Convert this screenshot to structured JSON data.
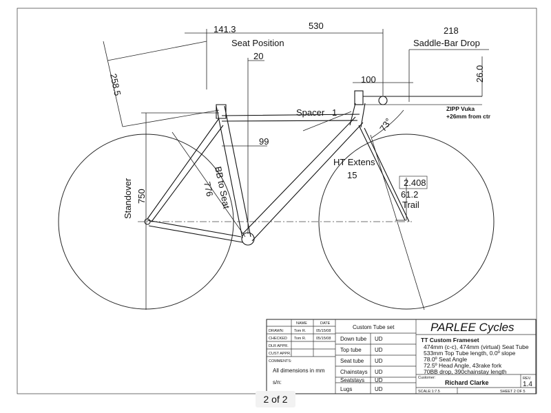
{
  "pager": {
    "label": "2 of 2"
  },
  "dimensions": {
    "seat_offset": "141.3",
    "reach": "530",
    "seat_position": "Seat Position",
    "seat_position_value": "20",
    "saddle_bar_drop_value": "218",
    "saddle_bar_drop": "Saddle-Bar Drop",
    "stem_length": "100",
    "stem_rise": "26.0",
    "seatpost_length": "258.5",
    "spacer": "Spacer",
    "spacer_value": "1",
    "head_angle": "73°",
    "seat_tube_offset": "99",
    "ht_extens": "HT Extens",
    "ht_extens_value": "15",
    "trail_box": "2.408",
    "trail_value": "61.2",
    "trail": "Trail",
    "standover": "Standover",
    "standover_value": "750",
    "bb_to_seat": "BB to Seat",
    "bb_to_seat_value": "776"
  },
  "bar_note": {
    "line1": "ZIPP Vuka",
    "line2": "+26mm from ctr"
  },
  "title_block": {
    "col_name": "NAME",
    "col_date": "DATE",
    "rows": [
      {
        "label": "DRAWN:",
        "name": "Tom R.",
        "date": "05/15/08"
      },
      {
        "label": "CHECKED",
        "name": "Tom R.",
        "date": "05/15/08"
      },
      {
        "label": "DLR APPR.",
        "name": "",
        "date": ""
      },
      {
        "label": "CUST APPR.",
        "name": "",
        "date": ""
      }
    ],
    "comments_label": "COMMENTS:",
    "comments": "All dimensions in mm",
    "serial": "s/n:",
    "tube_set_title": "Custom Tube set",
    "tube_set": [
      {
        "tube": "Down tube",
        "material": "UD"
      },
      {
        "tube": "Top tube",
        "material": "UD"
      },
      {
        "tube": "Seat tube",
        "material": "UD"
      },
      {
        "tube": "Chainstays",
        "material": "UD"
      },
      {
        "tube": "Seatstays",
        "material": "UD"
      },
      {
        "tube": "Lugs",
        "material": "UD"
      }
    ],
    "company": "PARLEE Cycles",
    "frame_title": "TT Custom Frameset",
    "spec_lines": [
      "474mm (c-c), 474mm (virtual) Seat Tube",
      "533mm Top Tube length, 0.0º slope",
      "78.0º Seat Angle",
      "72.5º Head Angle, 43rake fork",
      "70BB drop, 390chainstay length"
    ],
    "customer_label": "Customer:",
    "customer": "Richard Clarke",
    "rev_label": "REV.",
    "rev": "1.4",
    "scale": "SCALE:1:7.5",
    "sheet": "SHEET 2 OF 5"
  }
}
